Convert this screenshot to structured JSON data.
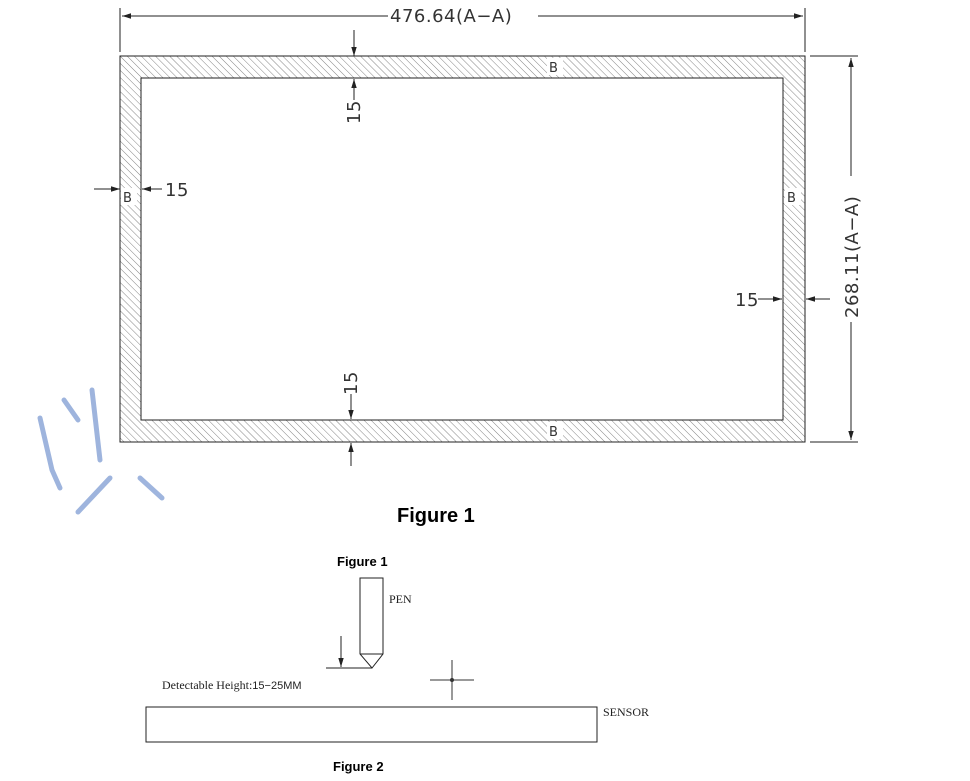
{
  "frame": {
    "width_label": "476.64(A−A)",
    "height_label": "268.11(A−A)",
    "border_top": "15",
    "border_left": "15",
    "border_right": "15",
    "border_bottom": "15",
    "section_top": "B",
    "section_left": "B",
    "section_right": "B",
    "section_bottom": "B"
  },
  "figure1_caption": "Figure 1",
  "figure2": {
    "subtitle": "Figure 1",
    "pen_label": "PEN",
    "sensor_label": "SENSOR",
    "height_label_prefix": "Detectable Height:",
    "height_label_value": "15−25MM",
    "caption": "Figure 2"
  },
  "colors": {
    "line": "#222222",
    "hatch": "#555555",
    "watermark": "#8ea8d8"
  }
}
